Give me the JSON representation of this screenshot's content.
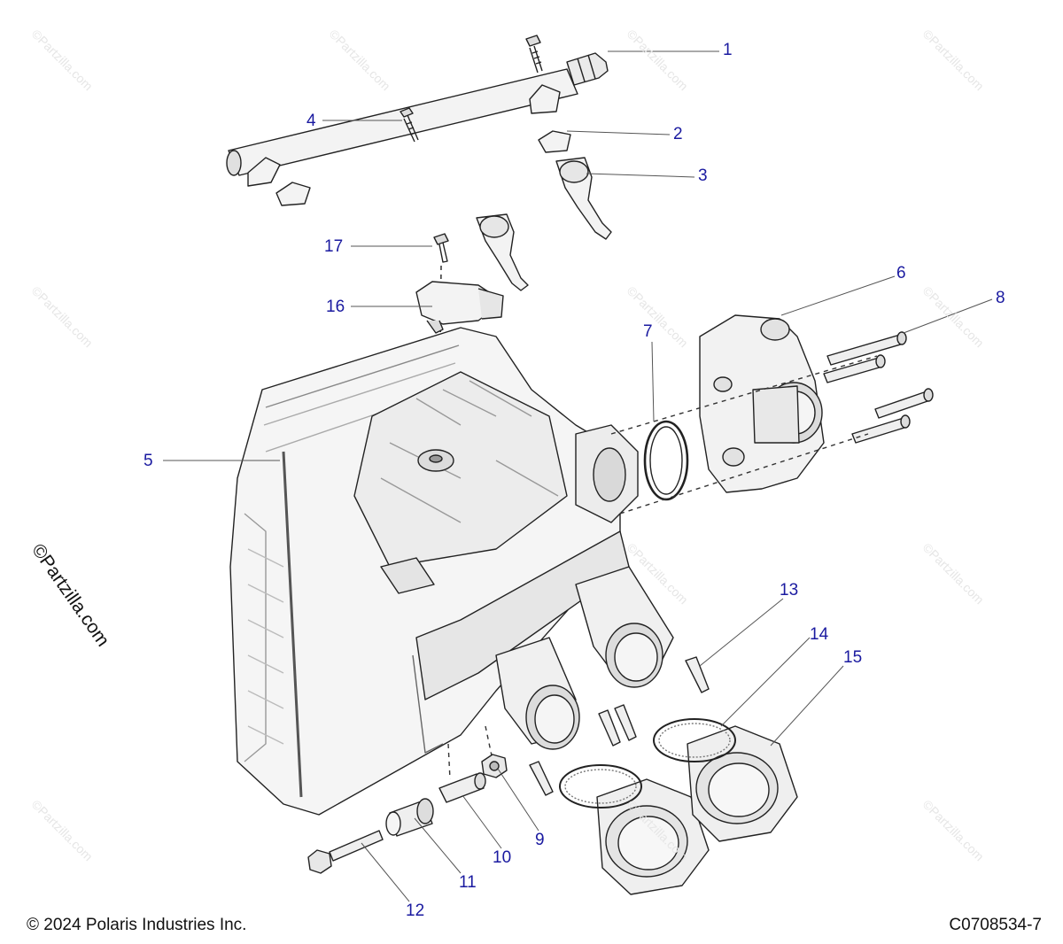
{
  "callouts": [
    {
      "id": "1",
      "label": "1"
    },
    {
      "id": "2",
      "label": "2"
    },
    {
      "id": "3",
      "label": "3"
    },
    {
      "id": "4",
      "label": "4"
    },
    {
      "id": "5",
      "label": "5"
    },
    {
      "id": "6",
      "label": "6"
    },
    {
      "id": "7",
      "label": "7"
    },
    {
      "id": "8",
      "label": "8"
    },
    {
      "id": "9",
      "label": "9"
    },
    {
      "id": "10",
      "label": "10"
    },
    {
      "id": "11",
      "label": "11"
    },
    {
      "id": "12",
      "label": "12"
    },
    {
      "id": "13",
      "label": "13"
    },
    {
      "id": "14",
      "label": "14"
    },
    {
      "id": "15",
      "label": "15"
    },
    {
      "id": "16",
      "label": "16"
    },
    {
      "id": "17",
      "label": "17"
    }
  ],
  "footer": {
    "copyright": "© 2024 Polaris Industries Inc.",
    "diagram_code": "C0708534-7"
  },
  "side_mark": "©Partzilla.com",
  "watermark_text": "©Partzilla.com",
  "colors": {
    "callout": "#1a1aa0",
    "line": "#222222",
    "fill": "#f3f3f3",
    "shade": "#cfcfcf"
  }
}
